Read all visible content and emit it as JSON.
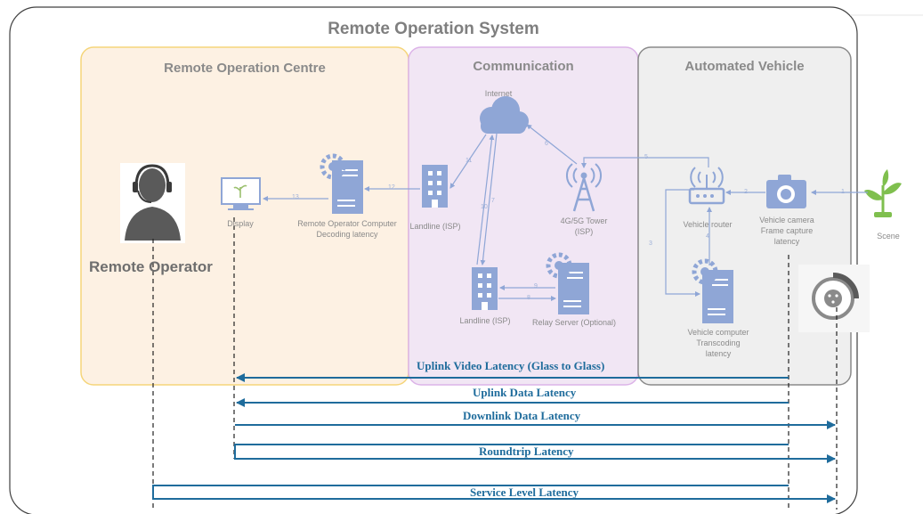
{
  "title": "Remote Operation System",
  "sections": {
    "roc": "Remote Operation Centre",
    "comm": "Communication",
    "av": "Automated Vehicle"
  },
  "nodes": {
    "operator": "Remote Operator",
    "display": "Display",
    "roc_computer_1": "Remote Operator Computer",
    "roc_computer_2": "Decoding latency",
    "landline_top": "Landline (ISP)",
    "internet": "Internet",
    "tower_1": "4G/5G Tower",
    "tower_2": "(ISP)",
    "landline_bottom": "Landline (ISP)",
    "relay": "Relay Server (Optional)",
    "router": "Vehicle router",
    "camera_1": "Vehicle camera",
    "camera_2": "Frame capture",
    "camera_3": "latency",
    "vcomp_1": "Vehicle computer",
    "vcomp_2": "Transcoding",
    "vcomp_3": "latency",
    "scene": "Scene"
  },
  "steps": [
    "1",
    "2",
    "3",
    "4",
    "5",
    "6",
    "7",
    "8",
    "9",
    "10",
    "11",
    "12",
    "13"
  ],
  "latencies": {
    "uplink_video": "Uplink Video Latency (Glass to Glass)",
    "uplink_data": "Uplink Data Latency",
    "downlink_data": "Downlink Data Latency",
    "roundtrip": "Roundtrip Latency",
    "service_level": "Service Level Latency"
  },
  "colors": {
    "roc_fill": "#fdf1e3",
    "roc_border": "#f5d57a",
    "comm_fill": "#f1e6f4",
    "comm_border": "#dcb3e8",
    "av_fill": "#efefef",
    "av_border": "#8a8a8a",
    "icon_blue": "#8fa6d6",
    "arrow": "#1f6c9c"
  }
}
